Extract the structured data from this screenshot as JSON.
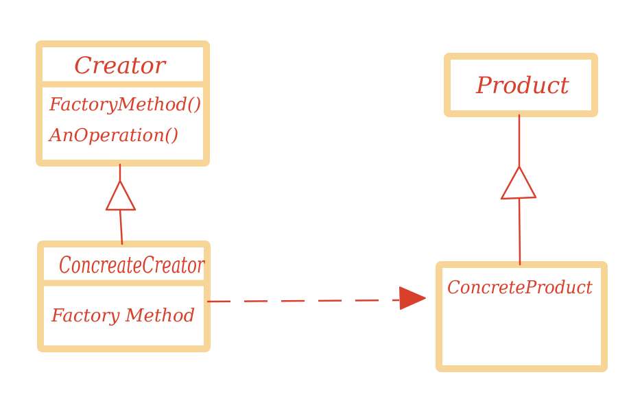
{
  "colors": {
    "box_stroke": "#f6d596",
    "ink": "#d9402c",
    "background": "#ffffff"
  },
  "classes": {
    "creator": {
      "title": "Creator",
      "methods": [
        "FactoryMethod()",
        "AnOperation()"
      ]
    },
    "concrete_creator": {
      "title": "ConcreateCreator",
      "methods": [
        "Factory Method"
      ]
    },
    "product": {
      "title": "Product"
    },
    "concrete_product": {
      "title": "ConcreteProduct"
    }
  },
  "relations": [
    {
      "type": "inheritance",
      "from": "ConcreateCreator",
      "to": "Creator"
    },
    {
      "type": "inheritance",
      "from": "ConcreteProduct",
      "to": "Product"
    },
    {
      "type": "dependency",
      "from": "ConcreateCreator",
      "to": "ConcreteProduct"
    }
  ]
}
